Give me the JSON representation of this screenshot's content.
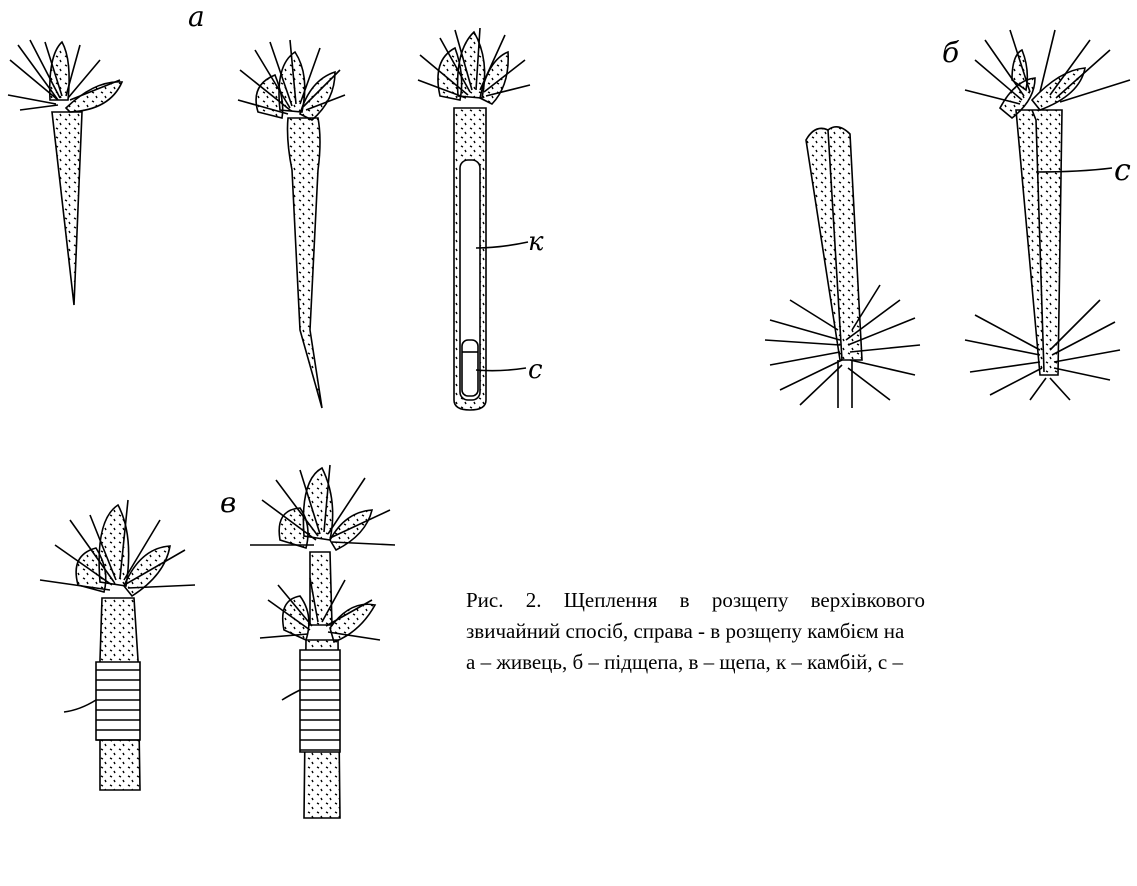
{
  "labels": {
    "a": "а",
    "b": "б",
    "v": "в",
    "k": "к",
    "c1": "с",
    "c2": "с"
  },
  "caption": {
    "line1": "Рис. 2. Щеплення в розщепу верхівкового",
    "line2": "звичайний спосіб, справа - в розщепу камбієм на",
    "line3": "а – живець, б – підщепа, в – щепа, к – камбій, с –"
  }
}
